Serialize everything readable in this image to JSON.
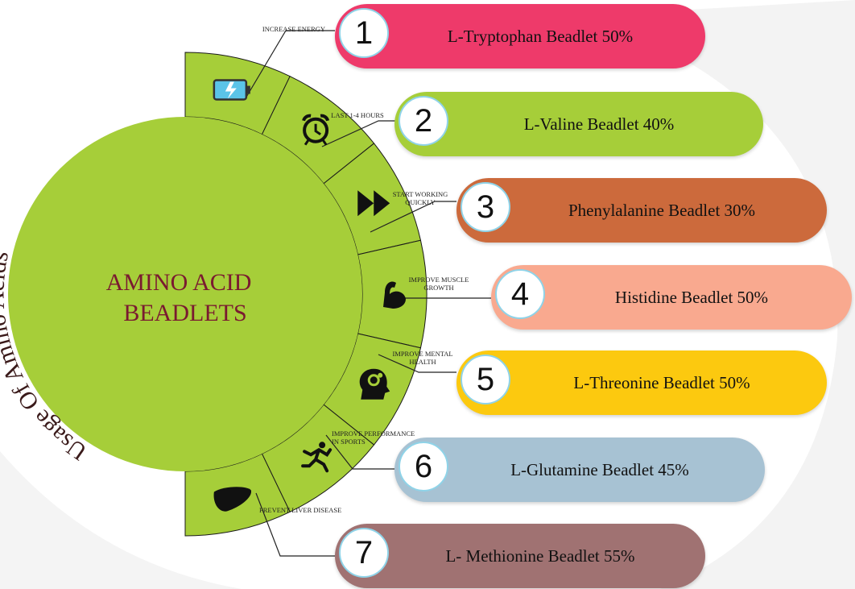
{
  "center": {
    "title_lines": [
      "AMINO ACID",
      "BEADLETS"
    ],
    "curved_caption": "Usage Of Amino Acids"
  },
  "colors": {
    "circle": "#a6ce39",
    "title": "#7a1a30"
  },
  "items": [
    {
      "number": "1",
      "label": "L-Tryptophan Beadlet 50%",
      "benefit": [
        "INCREASE ENERGY"
      ],
      "color": "#ee3a6a",
      "icon": "battery-charging-icon"
    },
    {
      "number": "2",
      "label": "L-Valine Beadlet 40%",
      "benefit": [
        "LAST 1-4 HOURS"
      ],
      "color": "#a6ce39",
      "icon": "alarm-clock-icon"
    },
    {
      "number": "3",
      "label": "Phenylalanine Beadlet 30%",
      "benefit": [
        "START WORKING",
        "QUICKLY"
      ],
      "color": "#cc6a3c",
      "icon": "fast-forward-icon"
    },
    {
      "number": "4",
      "label": "Histidine Beadlet 50%",
      "benefit": [
        "IMPROVE MUSCLE",
        "GROWTH"
      ],
      "color": "#f9a98f",
      "icon": "flexed-arm-icon"
    },
    {
      "number": "5",
      "label": "L-Threonine Beadlet 50%",
      "benefit": [
        "IMPROVE MENTAL",
        "HEALTH"
      ],
      "color": "#fcc90f",
      "icon": "brain-gears-icon"
    },
    {
      "number": "6",
      "label": "L-Glutamine Beadlet 45%",
      "benefit": [
        "IMPROVE PERFORMANCE",
        "IN SPORTS"
      ],
      "color": "#a7c2d3",
      "icon": "runner-icon"
    },
    {
      "number": "7",
      "label": "L- Methionine Beadlet 55%",
      "benefit": [
        "PREVENT LIVER DISEASE"
      ],
      "color": "#a07272",
      "icon": "liver-icon"
    }
  ]
}
